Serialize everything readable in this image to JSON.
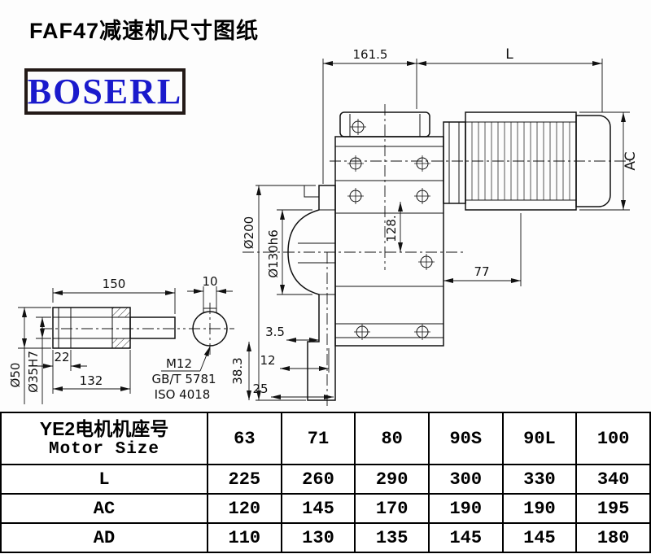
{
  "title": "FAF47减速机尺寸图纸",
  "logo": "BOSERL",
  "colors": {
    "logo_text": "#1a1acc",
    "line": "#111111"
  },
  "drawing": {
    "dim_161_5": "161.5",
    "dim_L": "L",
    "dim_AC": "AC",
    "dim_flange_od": "Ø200",
    "dim_pilot": "Ø130h6",
    "dim_128": "128.",
    "dim_77": "77",
    "dim_150": "150",
    "dim_10": "10",
    "dim_shaft_od": "Ø50",
    "dim_bore": "Ø35H7",
    "dim_22": "22",
    "dim_132": "132",
    "thread_spec": "M12",
    "standard_gb": "GB/T 5781",
    "standard_iso": "ISO 4018",
    "dim_3_5": "3.5",
    "dim_12": "12",
    "dim_25": "25",
    "dim_38_3": "38.3"
  },
  "table": {
    "header_cn": "YE2电机机座号",
    "header_en": "Motor Size",
    "motor_sizes": [
      "63",
      "71",
      "80",
      "90S",
      "90L",
      "100"
    ],
    "rows": [
      {
        "label": "L",
        "values": [
          "225",
          "260",
          "290",
          "300",
          "330",
          "340"
        ]
      },
      {
        "label": "AC",
        "values": [
          "120",
          "145",
          "170",
          "190",
          "190",
          "195"
        ]
      },
      {
        "label": "AD",
        "values": [
          "110",
          "130",
          "135",
          "145",
          "145",
          "180"
        ]
      }
    ]
  }
}
